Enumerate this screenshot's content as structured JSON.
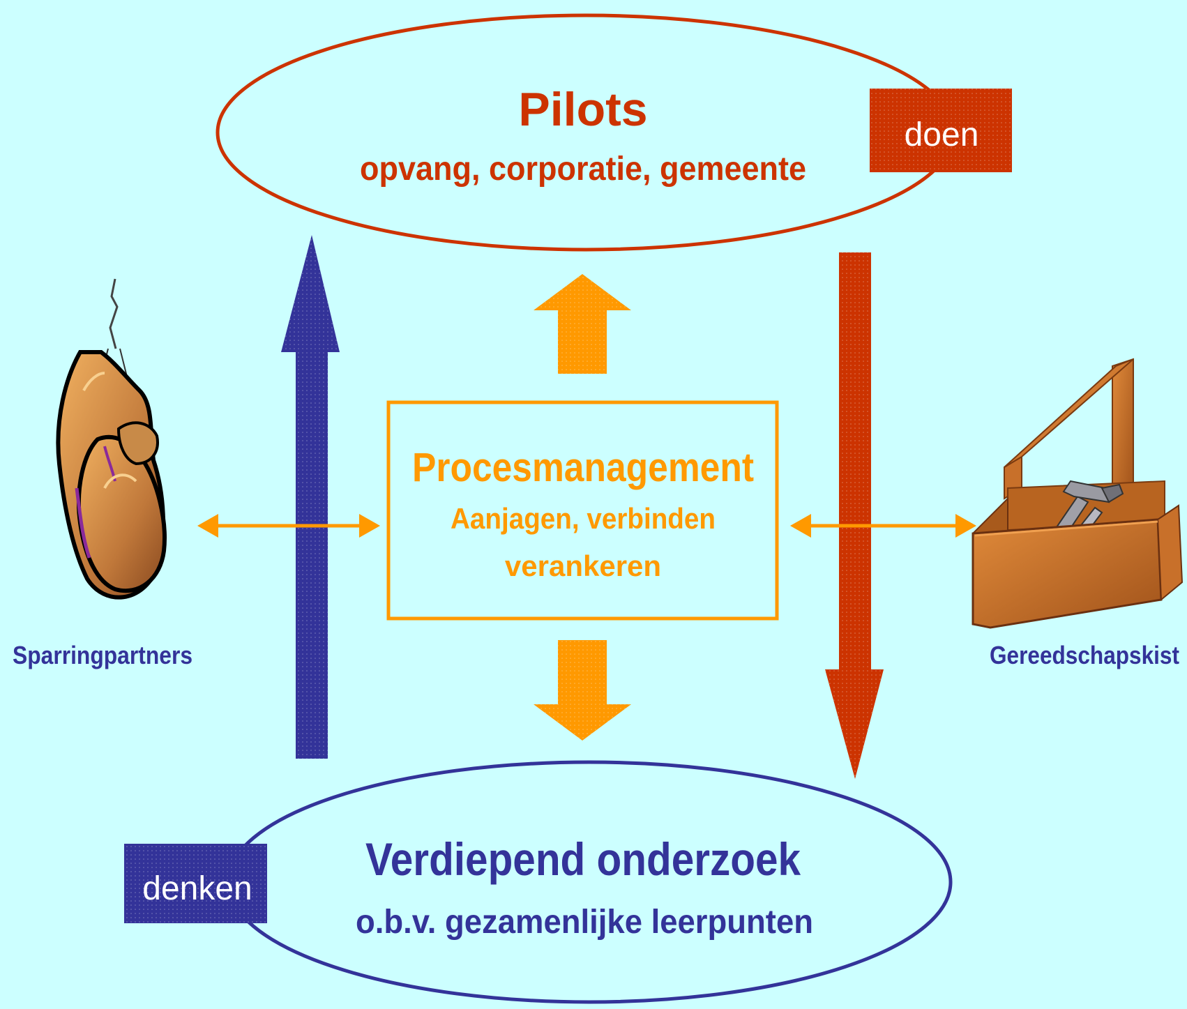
{
  "colors": {
    "background": "#ccffff",
    "pilots": "#cc3300",
    "research": "#333399",
    "process": "#ff9900",
    "partners_label": "#333399",
    "toolbox_label": "#333399"
  },
  "pilots": {
    "title": "Pilots",
    "subtitle": "opvang, corporatie, gemeente",
    "tag": "doen"
  },
  "research": {
    "title": "Verdiepend onderzoek",
    "subtitle": "o.b.v. gezamenlijke leerpunten",
    "tag": "denken"
  },
  "process": {
    "title": "Procesmanagement",
    "line1": "Aanjagen, verbinden",
    "line2": "verankeren"
  },
  "left": {
    "label": "Sparringpartners",
    "icon": "boxing-gloves-icon"
  },
  "right": {
    "label": "Gereedschapskist",
    "icon": "toolbox-icon"
  }
}
